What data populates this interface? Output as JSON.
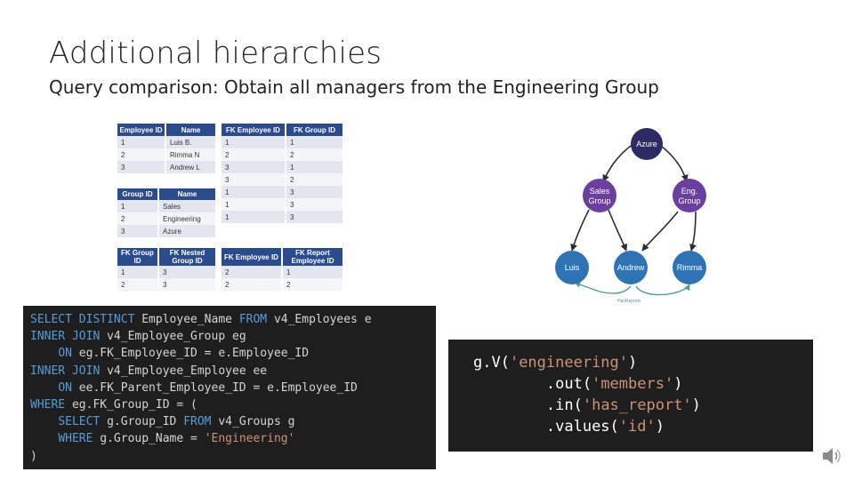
{
  "slide": {
    "title": "Additional hierarchies",
    "subtitle": "Query comparison: Obtain all managers from the Engineering Group"
  },
  "tables": {
    "employees": {
      "headers": [
        "Employee ID",
        "Name"
      ],
      "rows": [
        [
          "1",
          "Luis B."
        ],
        [
          "2",
          "Rimma N"
        ],
        [
          "3",
          "Andrew L"
        ]
      ]
    },
    "employee_group": {
      "headers": [
        "FK Employee ID",
        "FK Group ID"
      ],
      "rows": [
        [
          "1",
          "1"
        ],
        [
          "2",
          "2"
        ],
        [
          "3",
          "1"
        ],
        [
          "3",
          "2"
        ],
        [
          "1",
          "3"
        ],
        [
          "1",
          "3"
        ],
        [
          "1",
          "3"
        ]
      ]
    },
    "groups": {
      "headers": [
        "Group ID",
        "Name"
      ],
      "rows": [
        [
          "1",
          "Sales"
        ],
        [
          "2",
          "Engineering"
        ],
        [
          "3",
          "Azure"
        ]
      ]
    },
    "nested_groups": {
      "headers": [
        "FK Group ID",
        "FK Nested Group ID"
      ],
      "rows": [
        [
          "1",
          "3"
        ],
        [
          "2",
          "3"
        ]
      ]
    },
    "employee_report": {
      "headers": [
        "FK Employee ID",
        "FK Report Employee ID"
      ],
      "rows": [
        [
          "2",
          "1"
        ],
        [
          "2",
          "2"
        ]
      ]
    }
  },
  "sql": {
    "l1_kw1": "SELECT DISTINCT",
    "l1_t1": " Employee_Name ",
    "l1_kw2": "FROM",
    "l1_t2": " v4_Employees e",
    "l2_kw1": "INNER JOIN",
    "l2_t1": " v4_Employee_Group eg",
    "l3_kw1": "ON",
    "l3_t1": " eg.FK_Employee_ID = e.Employee_ID",
    "l4_kw1": "INNER JOIN",
    "l4_t1": " v4_Employee_Employee ee",
    "l5_kw1": "ON",
    "l5_t1": " ee.FK_Parent_Employee_ID = e.Employee_ID",
    "l6_kw1": "WHERE",
    "l6_t1": " eg.FK_Group_ID = (",
    "l7_kw1": "SELECT",
    "l7_t1": " g.Group_ID ",
    "l7_kw2": "FROM",
    "l7_t2": " v4_Groups g",
    "l8_kw1": "WHERE",
    "l8_t1": " g.Group_Name = ",
    "l8_str": "'Engineering'",
    "l9_t1": ")"
  },
  "gremlin": {
    "l1_a": "g.V(",
    "l1_s": "'engineering'",
    "l1_b": ")",
    "l2_a": ".out(",
    "l2_s": "'members'",
    "l2_b": ")",
    "l3_a": ".in(",
    "l3_s": "'has_report'",
    "l3_b": ")",
    "l4_a": ".values(",
    "l4_s": "'id'",
    "l4_b": ")"
  },
  "graph": {
    "nodes": {
      "azure": "Azure",
      "sales_1": "Sales",
      "sales_2": "Group",
      "eng_1": "Eng.",
      "eng_2": "Group",
      "luis": "Luis",
      "andrew": "Andrew",
      "rimma": "Rimma"
    },
    "edge_label": "HasReports",
    "colors": {
      "root": "#2e2a66",
      "group": "#6b3fa0",
      "person": "#2e74b5",
      "edge": "#2d2d2d",
      "report_edge": "#4f9e8e"
    }
  },
  "icons": {
    "speaker": "speaker-icon"
  }
}
